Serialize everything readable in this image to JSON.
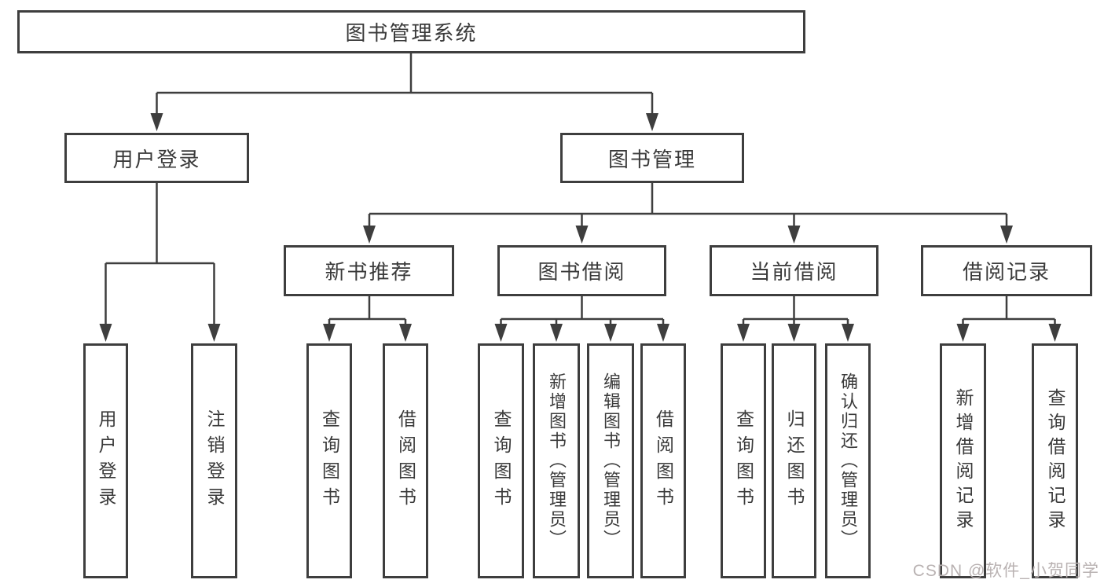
{
  "diagram": {
    "root": "图书管理系统",
    "level2": [
      "用户登录",
      "图书管理"
    ],
    "level3": [
      "新书推荐",
      "图书借阅",
      "当前借阅",
      "借阅记录"
    ],
    "leaves_user_login": [
      "用户登录",
      "注销登录"
    ],
    "leaves_new_book": [
      "查询图书",
      "借阅图书"
    ],
    "leaves_book_borrow": [
      "查询图书",
      "新增图书（管理员）",
      "编辑图书（管理员）",
      "借阅图书"
    ],
    "leaves_current_borrow": [
      "查询图书",
      "归还图书",
      "确认归还（管理员）"
    ],
    "leaves_borrow_record": [
      "新增借阅记录",
      "查询借阅记录"
    ]
  },
  "watermark": "CSDN @软件_小贺同学",
  "colors": {
    "line": "#3e3e3e",
    "text": "#3a3a3a",
    "box_background": "#ffffff",
    "background": "#ffffff",
    "watermark": "#b9b2b2"
  }
}
